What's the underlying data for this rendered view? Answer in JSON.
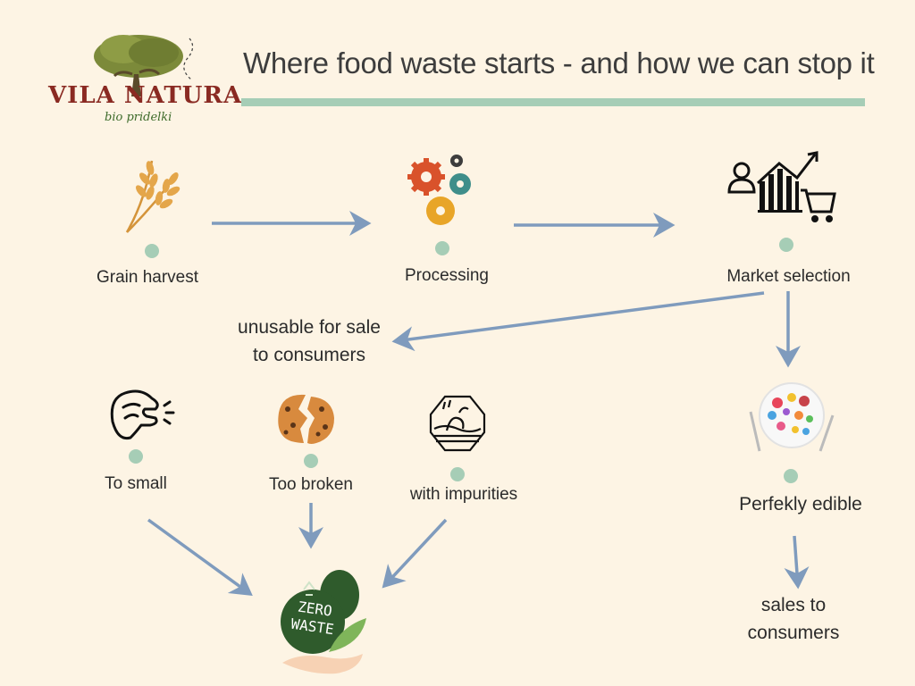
{
  "header": {
    "title": "Where food waste starts - and how we can stop it",
    "logo_name": "VILA NATURA",
    "logo_tagline": "bio pridelki"
  },
  "flow": {
    "stage1": "Grain harvest",
    "stage2": "Processing",
    "stage3": "Market selection",
    "unusable_line1": "unusable for sale",
    "unusable_line2": "to consumers",
    "reason1": "To small",
    "reason2": "Too broken",
    "reason3": "with impurities",
    "edible": "Perfekly edible",
    "sales_line1": "sales to",
    "sales_line2": "consumers"
  },
  "zero_waste_badge": {
    "line1": "ZERO",
    "line2": "WASTE"
  },
  "colors": {
    "background": "#fdf4e4",
    "accent": "#a6cdb6",
    "arrow": "#7f9bbd",
    "badge": "#2f5b2c",
    "logo": "#8a2a22"
  }
}
